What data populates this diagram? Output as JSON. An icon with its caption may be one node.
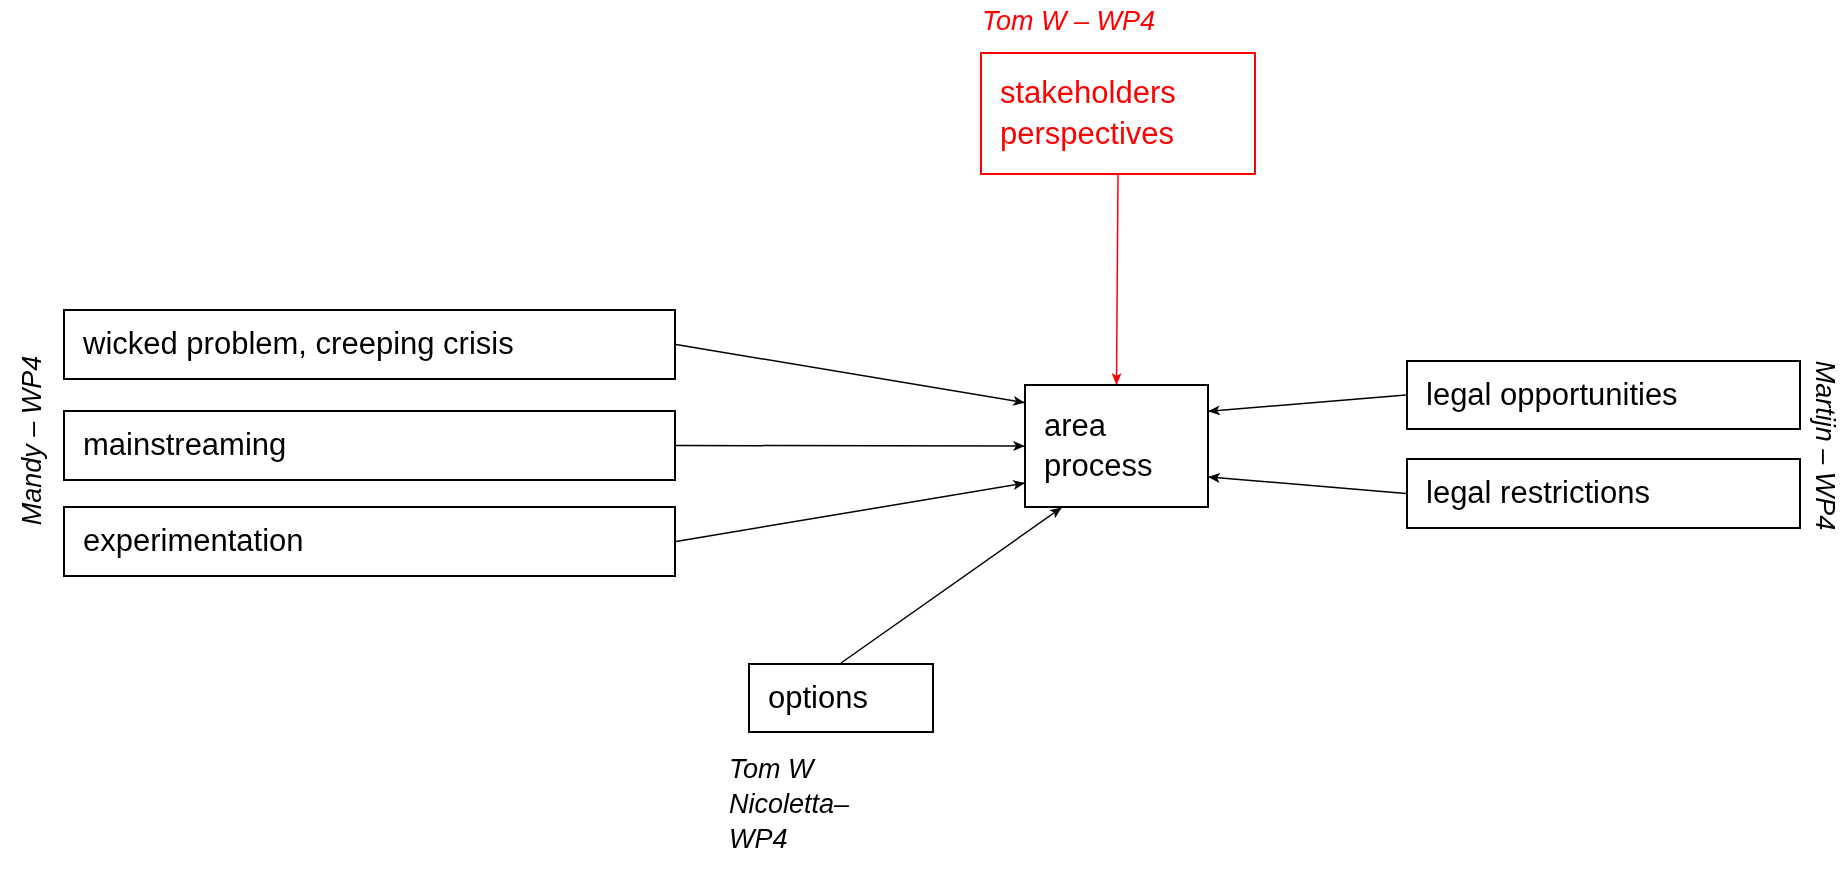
{
  "diagram": {
    "nodes": [
      {
        "text": [
          "stakeholders perspectives"
        ],
        "beside": [
          "Tom W – WP4"
        ]
      },
      {
        "text": [
          "wicked problem, creeping crisis"
        ]
      },
      {
        "text": [
          "mainstreaming"
        ]
      },
      {
        "text": [
          "experimentation"
        ]
      },
      {
        "text": [
          "area process"
        ]
      },
      {
        "text": [
          "legal opportunities"
        ]
      },
      {
        "text": [
          "legal restrictions"
        ]
      },
      {
        "text": [
          "options"
        ],
        "beside": [
          "Tom W Nicoletta– WP4"
        ]
      }
    ],
    "edges": [
      {
        "from": 0,
        "to": 4,
        "arrow": "to",
        "color": "#ff0000"
      },
      {
        "from": 1,
        "to": 4,
        "arrow": "to"
      },
      {
        "from": 2,
        "to": 4,
        "arrow": "to"
      },
      {
        "from": 3,
        "to": 4,
        "arrow": "to"
      },
      {
        "from": 5,
        "to": 4,
        "arrow": "to"
      },
      {
        "from": 6,
        "to": 4,
        "arrow": "to"
      },
      {
        "from": 7,
        "to": 4,
        "arrow": "to"
      }
    ],
    "labels": [
      "Mandy – WP4",
      "Martijn – WP4"
    ]
  }
}
